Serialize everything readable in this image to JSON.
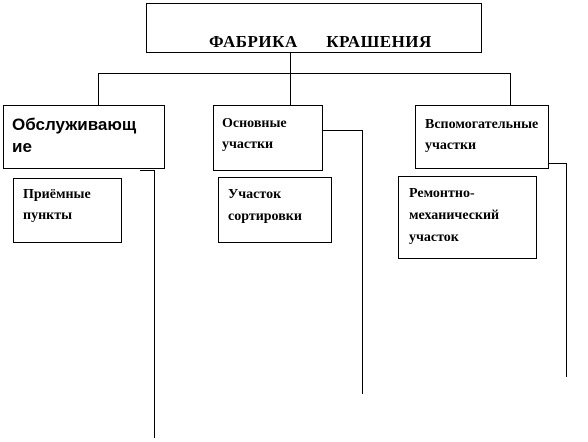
{
  "diagram": {
    "title": "ФАБРИКА      КРАШЕНИЯ",
    "branches": {
      "left": {
        "label_line1": "Обслуживающ",
        "label_line2": "ие",
        "child": [
          "Приёмные",
          "пункты"
        ]
      },
      "middle": {
        "label_line1": "Основные",
        "label_line2": "участки",
        "child": [
          "Участок",
          "сортировки"
        ]
      },
      "right": {
        "label_line1": "Вспомогательные",
        "label_line2": "участки",
        "child": [
          "Ремонтно-",
          "механический",
          "участок"
        ]
      }
    }
  }
}
